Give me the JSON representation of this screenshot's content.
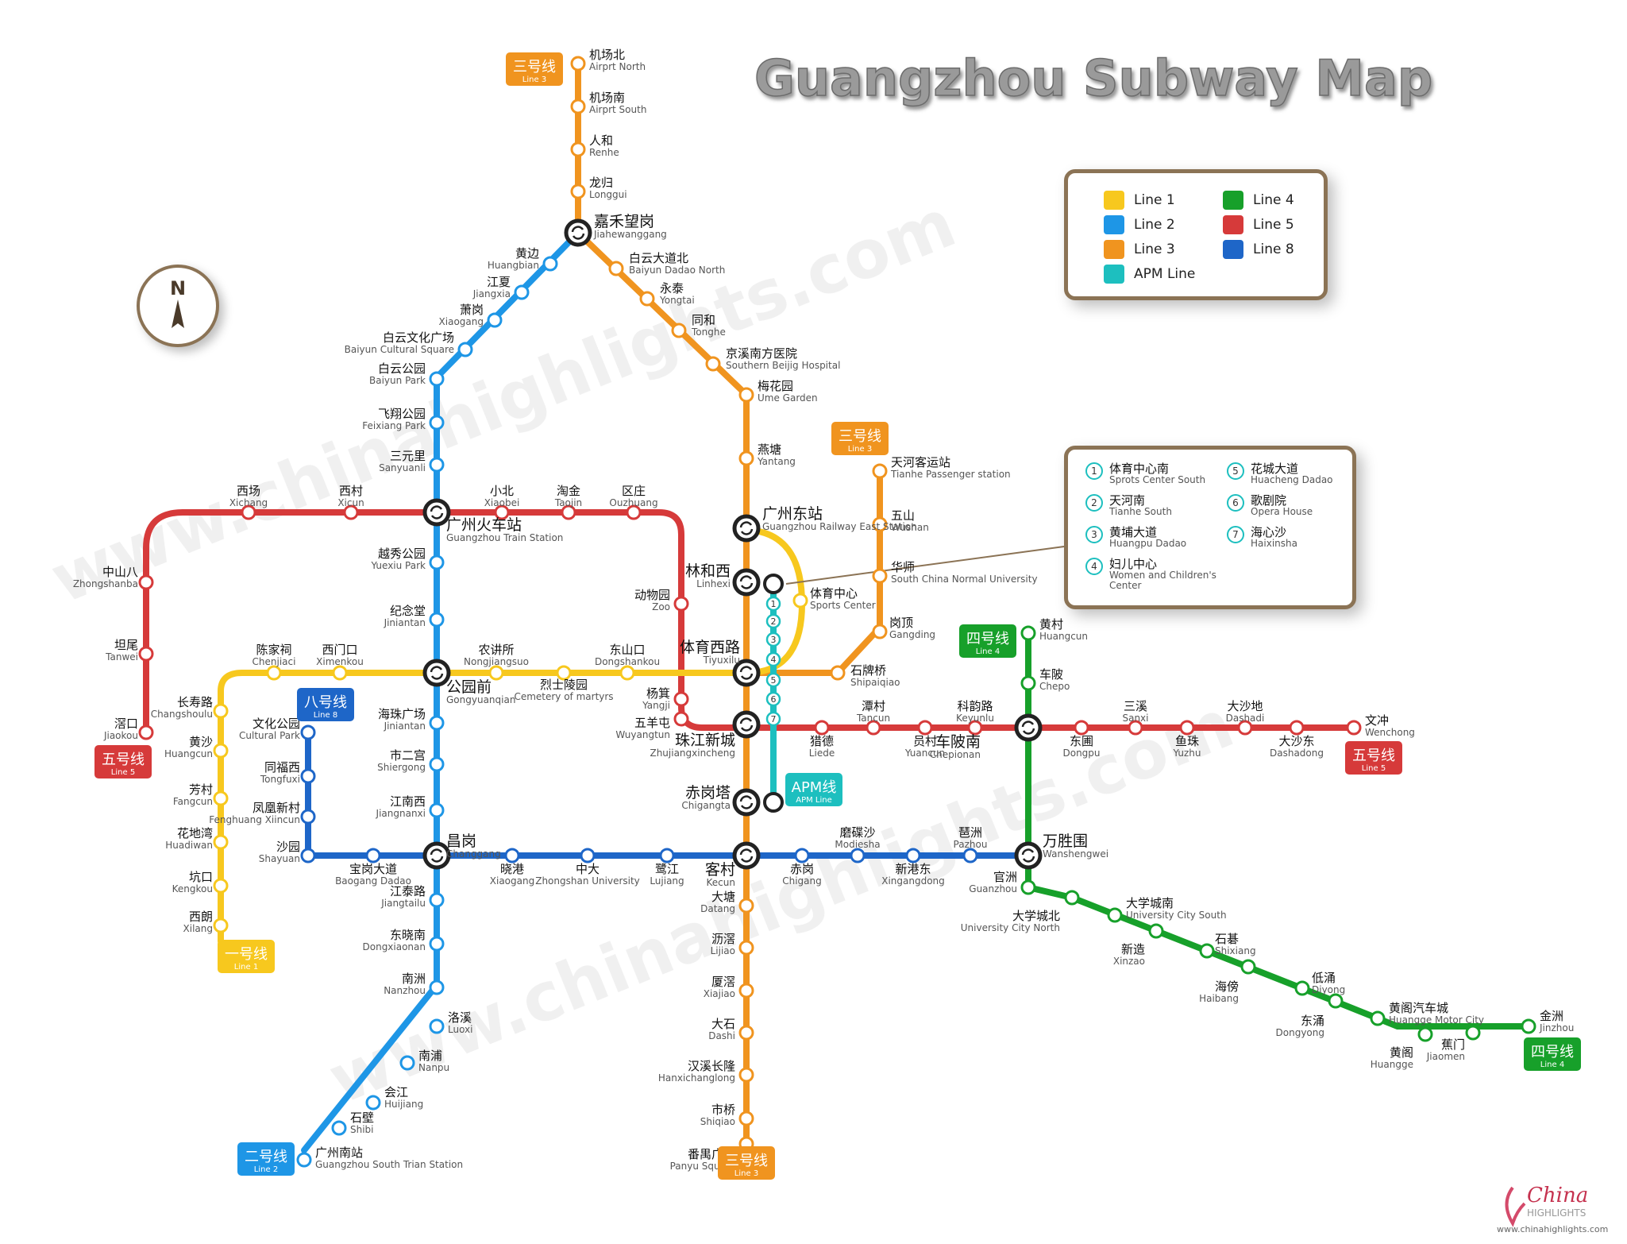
{
  "title": "Guangzhou Subway Map",
  "watermark": "www.chinahighlights.com",
  "brand": {
    "name_top": "China",
    "name_bottom": "HIGHLIGHTS",
    "url": "www.chinahighlights.com"
  },
  "compass_label": "N",
  "colors": {
    "line1": "#f7c81e",
    "line2": "#1e96e6",
    "line3": "#f0941f",
    "line4": "#17a02a",
    "line5": "#d63a3a",
    "line8": "#1e66c8",
    "apm": "#1dbfbf"
  },
  "legend": [
    {
      "label": "Line 1",
      "color": "#f7c81e"
    },
    {
      "label": "Line 4",
      "color": "#17a02a"
    },
    {
      "label": "Line 2",
      "color": "#1e96e6"
    },
    {
      "label": "Line 5",
      "color": "#d63a3a"
    },
    {
      "label": "Line 3",
      "color": "#f0941f"
    },
    {
      "label": "Line 8",
      "color": "#1e66c8"
    },
    {
      "label": "APM Line",
      "color": "#1dbfbf"
    }
  ],
  "apm_stations": [
    {
      "num": "1",
      "zh": "体育中心南",
      "en": "Sprots Center South"
    },
    {
      "num": "5",
      "zh": "花城大道",
      "en": "Huacheng Dadao"
    },
    {
      "num": "2",
      "zh": "天河南",
      "en": "Tianhe South"
    },
    {
      "num": "6",
      "zh": "歌剧院",
      "en": "Opera House"
    },
    {
      "num": "3",
      "zh": "黄埔大道",
      "en": "Huangpu Dadao"
    },
    {
      "num": "7",
      "zh": "海心沙",
      "en": "Haixinsha"
    },
    {
      "num": "4",
      "zh": "妇儿中心",
      "en": "Women and Children's Center"
    }
  ],
  "apm_numbers": [
    "1",
    "2",
    "3",
    "4",
    "5",
    "6",
    "7"
  ],
  "line_tags": [
    {
      "zh": "三号线",
      "en": "Line 3",
      "color": "#f0941f"
    },
    {
      "zh": "三号线",
      "en": "Line 3",
      "color": "#f0941f"
    },
    {
      "zh": "三号线",
      "en": "Line 3",
      "color": "#f0941f"
    },
    {
      "zh": "四号线",
      "en": "Line 4",
      "color": "#17a02a"
    },
    {
      "zh": "四号线",
      "en": "Line 4",
      "color": "#17a02a"
    },
    {
      "zh": "五号线",
      "en": "Line 5",
      "color": "#d63a3a"
    },
    {
      "zh": "五号线",
      "en": "Line 5",
      "color": "#d63a3a"
    },
    {
      "zh": "八号线",
      "en": "Line 8",
      "color": "#1e66c8"
    },
    {
      "zh": "一号线",
      "en": "Line 1",
      "color": "#f7c81e"
    },
    {
      "zh": "二号线",
      "en": "Line 2",
      "color": "#1e96e6"
    },
    {
      "zh": "APM线",
      "en": "APM Line",
      "color": "#1dbfbf"
    }
  ],
  "stations": [
    {
      "zh": "机场北",
      "en": "Airprt North"
    },
    {
      "zh": "机场南",
      "en": "Airprt South"
    },
    {
      "zh": "人和",
      "en": "Renhe"
    },
    {
      "zh": "龙归",
      "en": "Longgui"
    },
    {
      "zh": "嘉禾望岗",
      "en": "Jiahewanggang"
    },
    {
      "zh": "白云大道北",
      "en": "Baiyun Dadao North"
    },
    {
      "zh": "永泰",
      "en": "Yongtai"
    },
    {
      "zh": "同和",
      "en": "Tonghe"
    },
    {
      "zh": "京溪南方医院",
      "en": "Southern Beijig Hospital"
    },
    {
      "zh": "梅花园",
      "en": "Ume Garden"
    },
    {
      "zh": "燕塘",
      "en": "Yantang"
    },
    {
      "zh": "广州东站",
      "en": "Guangzhou Railway East Station"
    },
    {
      "zh": "林和西",
      "en": "Linhexi"
    },
    {
      "zh": "体育西路",
      "en": "Tiyuxilu"
    },
    {
      "zh": "珠江新城",
      "en": "Zhujiangxincheng"
    },
    {
      "zh": "赤岗塔",
      "en": "Chigangta"
    },
    {
      "zh": "客村",
      "en": "Kecun"
    },
    {
      "zh": "大塘",
      "en": "Datang"
    },
    {
      "zh": "沥滘",
      "en": "Lijiao"
    },
    {
      "zh": "厦滘",
      "en": "Xiajiao"
    },
    {
      "zh": "大石",
      "en": "Dashi"
    },
    {
      "zh": "汉溪长隆",
      "en": "Hanxichanglong"
    },
    {
      "zh": "市桥",
      "en": "Shiqiao"
    },
    {
      "zh": "番禺广场",
      "en": "Panyu Square"
    },
    {
      "zh": "天河客运站",
      "en": "Tianhe Passenger station"
    },
    {
      "zh": "五山",
      "en": "Wushan"
    },
    {
      "zh": "华师",
      "en": "South China Normal University"
    },
    {
      "zh": "岗顶",
      "en": "Gangding"
    },
    {
      "zh": "石牌桥",
      "en": "Shipaiqiao"
    },
    {
      "zh": "黄边",
      "en": "Huangbian"
    },
    {
      "zh": "江夏",
      "en": "Jiangxia"
    },
    {
      "zh": "萧岗",
      "en": "Xiaogang"
    },
    {
      "zh": "白云文化广场",
      "en": "Baiyun Cultural Square"
    },
    {
      "zh": "白云公园",
      "en": "Baiyun Park"
    },
    {
      "zh": "飞翔公园",
      "en": "Feixiang Park"
    },
    {
      "zh": "三元里",
      "en": "Sanyuanli"
    },
    {
      "zh": "广州火车站",
      "en": "Guangzhou Train Station"
    },
    {
      "zh": "越秀公园",
      "en": "Yuexiu Park"
    },
    {
      "zh": "纪念堂",
      "en": "Jiniantan"
    },
    {
      "zh": "公园前",
      "en": "Gongyuanqian"
    },
    {
      "zh": "海珠广场",
      "en": "Jiniantan"
    },
    {
      "zh": "市二宫",
      "en": "Shiergong"
    },
    {
      "zh": "江南西",
      "en": "Jiangnanxi"
    },
    {
      "zh": "昌岗",
      "en": "Changgang"
    },
    {
      "zh": "江泰路",
      "en": "Jiangtailu"
    },
    {
      "zh": "东晓南",
      "en": "Dongxiaonan"
    },
    {
      "zh": "南洲",
      "en": "Nanzhou"
    },
    {
      "zh": "洛溪",
      "en": "Luoxi"
    },
    {
      "zh": "南浦",
      "en": "Nanpu"
    },
    {
      "zh": "会江",
      "en": "Huijiang"
    },
    {
      "zh": "石壁",
      "en": "Shibi"
    },
    {
      "zh": "广州南站",
      "en": "Guangzhou South Trian Station"
    },
    {
      "zh": "西场",
      "en": "Xichang"
    },
    {
      "zh": "西村",
      "en": "Xicun"
    },
    {
      "zh": "小北",
      "en": "Xiaobei"
    },
    {
      "zh": "淘金",
      "en": "Taojin"
    },
    {
      "zh": "区庄",
      "en": "Ouzhuang"
    },
    {
      "zh": "动物园",
      "en": "Zoo"
    },
    {
      "zh": "杨箕",
      "en": "Yangji"
    },
    {
      "zh": "五羊屯",
      "en": "Wuyangtun"
    },
    {
      "zh": "猎德",
      "en": "Liede"
    },
    {
      "zh": "潭村",
      "en": "Tancun"
    },
    {
      "zh": "员村",
      "en": "Yuancun"
    },
    {
      "zh": "科韵路",
      "en": "Keyunlu"
    },
    {
      "zh": "车陂南",
      "en": "Chepionan"
    },
    {
      "zh": "东圃",
      "en": "Dongpu"
    },
    {
      "zh": "三溪",
      "en": "Sanxi"
    },
    {
      "zh": "鱼珠",
      "en": "Yuzhu"
    },
    {
      "zh": "大沙地",
      "en": "Dashadi"
    },
    {
      "zh": "大沙东",
      "en": "Dashadong"
    },
    {
      "zh": "文冲",
      "en": "Wenchong"
    },
    {
      "zh": "中山八",
      "en": "Zhongshanba"
    },
    {
      "zh": "坦尾",
      "en": "Tanwei"
    },
    {
      "zh": "滘口",
      "en": "Jiaokou"
    },
    {
      "zh": "陈家祠",
      "en": "Chenjiaci"
    },
    {
      "zh": "西门口",
      "en": "Ximenkou"
    },
    {
      "zh": "农讲所",
      "en": "Nongjiangsuo"
    },
    {
      "zh": "烈士陵园",
      "en": "Cemetery of martyrs"
    },
    {
      "zh": "东山口",
      "en": "Dongshankou"
    },
    {
      "zh": "长寿路",
      "en": "Changshoulu"
    },
    {
      "zh": "黄沙",
      "en": "Huangcun"
    },
    {
      "zh": "芳村",
      "en": "Fangcun"
    },
    {
      "zh": "花地湾",
      "en": "Huadiwan"
    },
    {
      "zh": "坑口",
      "en": "Kengkou"
    },
    {
      "zh": "西朗",
      "en": "Xilang"
    },
    {
      "zh": "体育中心",
      "en": "Sports Center"
    },
    {
      "zh": "文化公园",
      "en": "Cultural Park"
    },
    {
      "zh": "同福西",
      "en": "Tongfuxi"
    },
    {
      "zh": "凤凰新村",
      "en": "Fenghuang Xiincun"
    },
    {
      "zh": "沙园",
      "en": "Shayuan"
    },
    {
      "zh": "宝岗大道",
      "en": "Baogang Dadao"
    },
    {
      "zh": "晓港",
      "en": "Xiaogang"
    },
    {
      "zh": "中大",
      "en": "Zhongshan University"
    },
    {
      "zh": "鹭江",
      "en": "Lujiang"
    },
    {
      "zh": "赤岗",
      "en": "Chigang"
    },
    {
      "zh": "磨碟沙",
      "en": "Modiesha"
    },
    {
      "zh": "新港东",
      "en": "Xingangdong"
    },
    {
      "zh": "琶洲",
      "en": "Pazhou"
    },
    {
      "zh": "万胜围",
      "en": "Wanshengwei"
    },
    {
      "zh": "黄村",
      "en": "Huangcun"
    },
    {
      "zh": "车陂",
      "en": "Chepo"
    },
    {
      "zh": "官洲",
      "en": "Guanzhou"
    },
    {
      "zh": "大学城北",
      "en": "University City North"
    },
    {
      "zh": "大学城南",
      "en": "University City South"
    },
    {
      "zh": "新造",
      "en": "Xinzao"
    },
    {
      "zh": "石碁",
      "en": "Shixiang"
    },
    {
      "zh": "海傍",
      "en": "Haibang"
    },
    {
      "zh": "低涌",
      "en": "Diyong"
    },
    {
      "zh": "东涌",
      "en": "Dongyong"
    },
    {
      "zh": "黄阁汽车城",
      "en": "Huangge Motor City"
    },
    {
      "zh": "黄阁",
      "en": "Huangge"
    },
    {
      "zh": "蕉门",
      "en": "Jiaomen"
    },
    {
      "zh": "金洲",
      "en": "Jinzhou"
    }
  ]
}
